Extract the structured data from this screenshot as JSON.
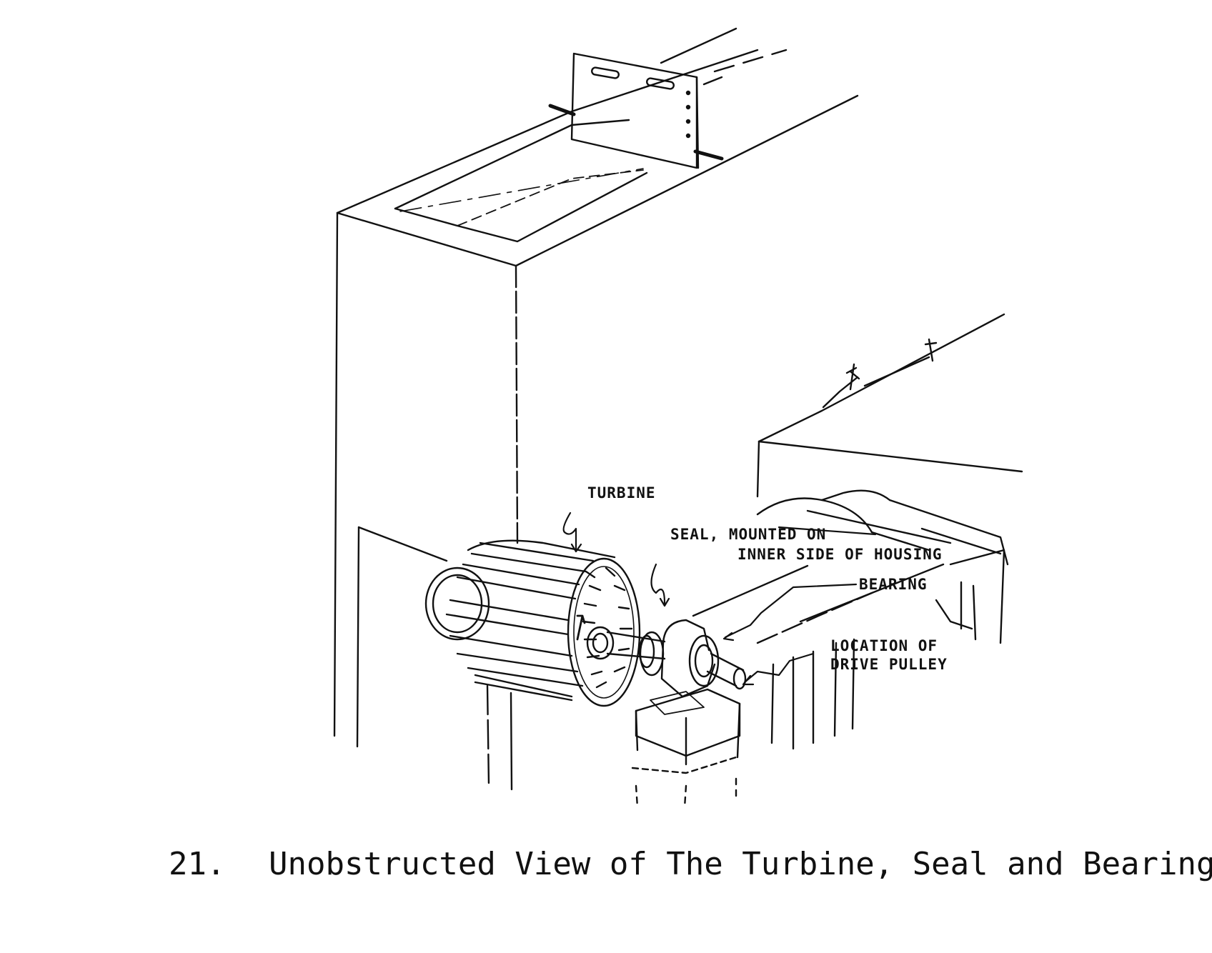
{
  "labels": {
    "turbine": "TURBINE",
    "seal_line1": "SEAL, MOUNTED ON",
    "seal_line2": "INNER SIDE OF HOUSING",
    "bearing": "BEARING",
    "pulley_line1": "LOCATION OF",
    "pulley_line2": "DRIVE PULLEY"
  },
  "caption": {
    "number": "21.",
    "text": "Unobstructed View of The Turbine, Seal and Bearing"
  }
}
